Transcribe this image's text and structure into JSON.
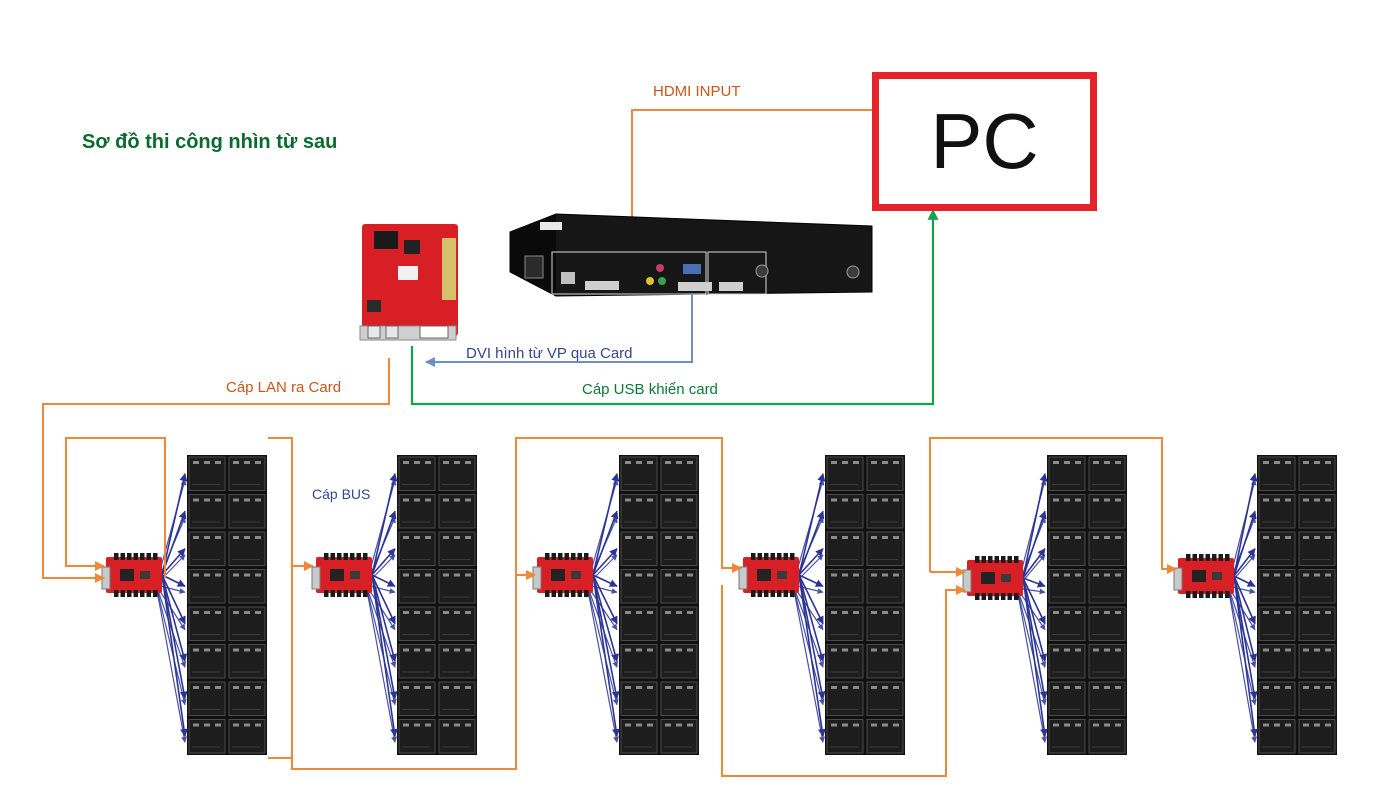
{
  "title": "Sơ đồ thi công nhìn từ sau",
  "pc": {
    "label": "PC"
  },
  "cables": {
    "hdmi_input": "HDMI INPUT",
    "dvi": "DVI hình từ VP qua Card",
    "lan": "Cáp LAN ra Card",
    "usb": "Cáp USB khiển card",
    "bus": "Cáp BUS"
  },
  "colors": {
    "title": "#0b6b2e",
    "pc_border": "#e3242b",
    "lan": "#f0883a",
    "hdmi_label": "#c8561a",
    "dvi": "#6e8fc4",
    "dvi_label": "#33478f",
    "usb": "#14a24f",
    "usb_label": "#0b7a39",
    "bus": "#2b3595",
    "bus_label": "#33478f",
    "card": "#d91f26",
    "panel": "#101010"
  },
  "icons": [
    "sending-card-image",
    "video-processor-image",
    "receiver-card-image",
    "led-module-image",
    "arrow-head-icon"
  ]
}
